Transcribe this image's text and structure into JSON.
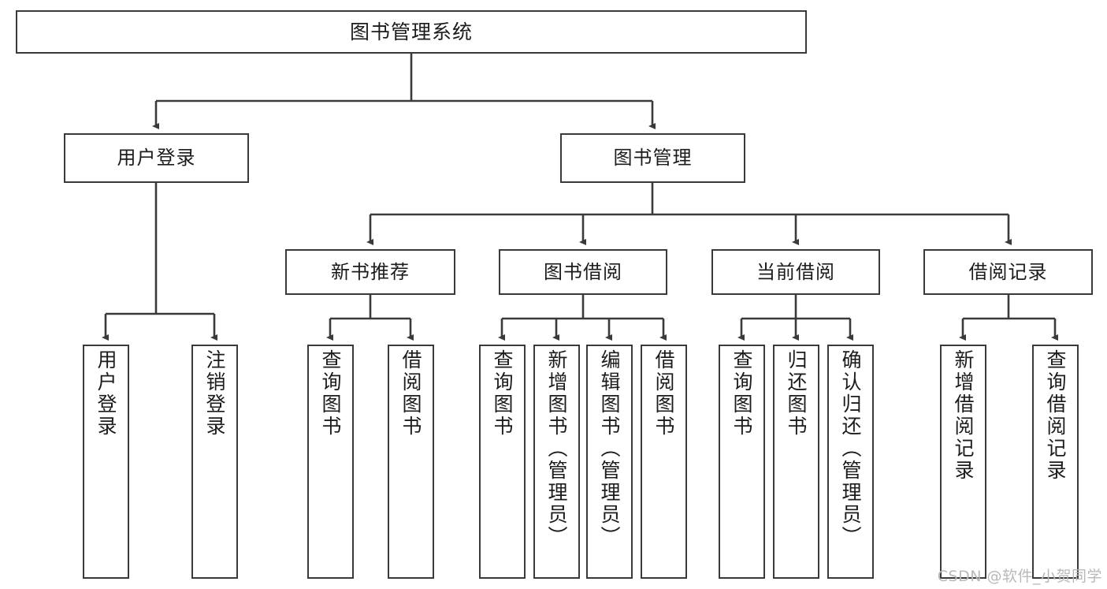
{
  "diagram": {
    "title": "图书管理系统",
    "watermark": "CSDN @软件_小贺同学",
    "accent_color": "#3a3a3a",
    "background_color": "#ffffff",
    "text_color": "#1c1c1c",
    "watermark_color": "#b9b9b9"
  },
  "nodes": {
    "root": {
      "label": "图书管理系统"
    },
    "level2": [
      {
        "label": "用户登录"
      },
      {
        "label": "图书管理"
      }
    ],
    "level3": [
      {
        "label": "新书推荐"
      },
      {
        "label": "图书借阅"
      },
      {
        "label": "当前借阅"
      },
      {
        "label": "借阅记录"
      }
    ],
    "leaves": {
      "user_login": [
        {
          "label": "用户登录"
        },
        {
          "label": "注销登录"
        }
      ],
      "new_book_recommend": [
        {
          "label": "查询图书"
        },
        {
          "label": "借阅图书"
        }
      ],
      "book_borrow": [
        {
          "label": "查询图书"
        },
        {
          "label": "新增图书（管理员）"
        },
        {
          "label": "编辑图书（管理员）"
        },
        {
          "label": "借阅图书"
        }
      ],
      "current_borrow": [
        {
          "label": "查询图书"
        },
        {
          "label": "归还图书"
        },
        {
          "label": "确认归还（管理员）"
        }
      ],
      "borrow_record": [
        {
          "label": "新增借阅记录"
        },
        {
          "label": "查询借阅记录"
        }
      ]
    }
  }
}
